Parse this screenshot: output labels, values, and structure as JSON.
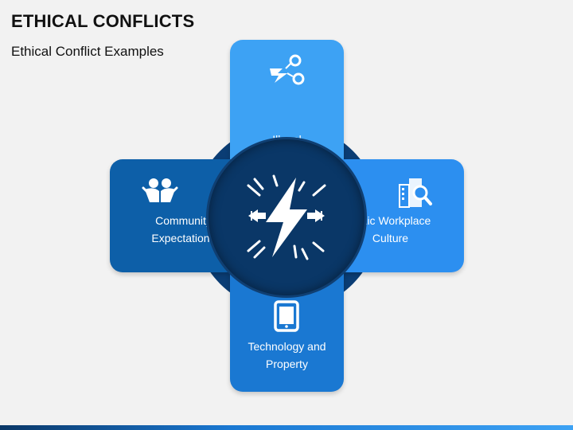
{
  "slide": {
    "title": "ETHICAL CONFLICTS",
    "subtitle": "Ethical Conflict Examples"
  },
  "center": {
    "icon": "lightning-conflict-icon"
  },
  "cards": {
    "top": {
      "label": "Illegal\nActivities",
      "icon": "handcuffs-icon",
      "color": "#3da2f4"
    },
    "right": {
      "label": "Toxic Workplace\nCulture",
      "icon": "building-search-icon",
      "color": "#2c8ff0"
    },
    "bottom": {
      "label": "Technology and\nProperty",
      "icon": "tablet-icon",
      "color": "#1a78d2"
    },
    "left": {
      "label": "Community\nExpectations",
      "icon": "people-hug-icon",
      "color": "#0d5fa8"
    }
  },
  "colors": {
    "hub": "#0a3767",
    "background": "#f2f2f2"
  }
}
